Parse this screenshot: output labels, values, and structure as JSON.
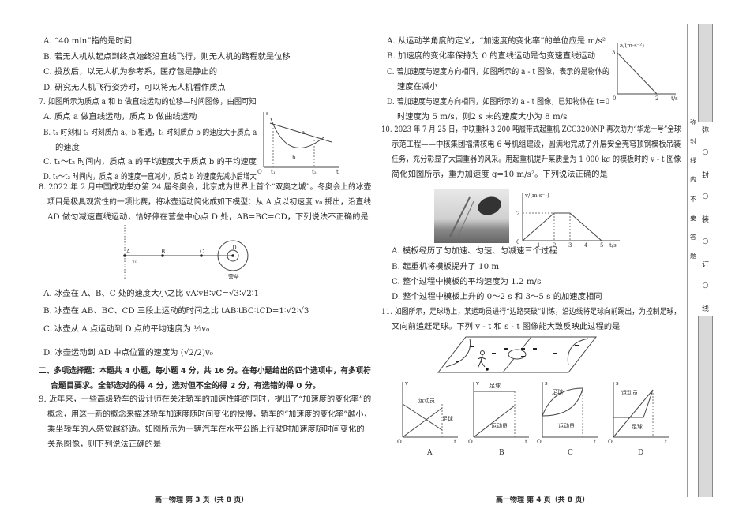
{
  "left": {
    "q6": [
      "A. “40 min”指的是时间",
      "B. 若无人机从起点到终点始终沿直线飞行，则无人机的路程就是位移",
      "C. 投放后，以无人机为参考系，医疗包是静止的",
      "D. 研究无人机飞行姿势时，可以将无人机看作质点"
    ],
    "q7": {
      "stem": "7. 如图所示为质点 a 和 b 做直线运动的位移—时间图像，由图可知",
      "options": [
        "A. 质点 a 做直线运动，质点 b 做曲线运动",
        "B. t₁ 时刻和 t₂ 时刻质点 a、b 相遇，t₁ 时刻质点 b 的速度大于质点 a",
        "的速度",
        "C. t₁～t₂ 时间内，质点 a 的平均速度大于质点 b 的平均速度",
        "D. t₁～t₂ 时间内，质点 a 的速度一直减小，质点 b 的速度先减小后增大"
      ],
      "fig": {
        "y": "s",
        "x": "t",
        "o": "O",
        "a": "a",
        "b": "b",
        "t1": "t₁",
        "t2": "t₂"
      }
    },
    "q8": {
      "stem": [
        "8. 2022 年 2 月中国成功举办第 24 届冬奥会，北京成为世界上首个“双奥之城”。冬奥会上的冰壶",
        "项目是极具观赏性的一项比赛，将冰壶运动简化成如下模型：从 A 点以初速度 v₀ 掷出，沿直线",
        "AD 做匀减速直线运动，恰好停在营垒中心点 D 处，AB=BC=CD，下列说法不正确的是"
      ],
      "fig": {
        "A": "A",
        "B": "B",
        "C": "C",
        "D": "D",
        "v0": "v₀",
        "house": "营垒"
      },
      "options": [
        "A. 冰壶在 A、B、C 处的速度大小之比 vA∶vB∶vC=√3∶√2∶1",
        "B. 冰壶在 AB、BC、CD 三段上运动的时间之比 tAB∶tBC∶tCD=1∶√2∶√3",
        "C. 冰壶从 A 点运动到 D 点的平均速度为 ½v₀",
        "D. 冰壶运动到 AD 中点位置的速度为 (√2/2)v₀"
      ]
    },
    "section2": [
      "二、多项选择题：本题共 4 小题，每小题 4 分，共 16 分。在每小题给出的四个选项中，有多项符",
      "合题目要求。全部选对的得 4 分，选对但不全的得 2 分，有选错的得 0 分。"
    ],
    "q9": [
      "9. 近年来，一些高级轿车的设计师在关注轿车的加速性能的同时，提出了“加速度的变化率”的",
      "概念，用这一新的概念来描述轿车加速度随时间变化的快慢，轿车的“加速度的变化率”越小，",
      "乘坐轿车的人感觉越舒适。如图所示为一辆汽车在水平公路上行驶时加速度随时间变化的",
      "关系图像，则下列说法正确的是"
    ],
    "footer": "高一物理 第 3 页（共 8 页）"
  },
  "right": {
    "q9opts": [
      "A. 从运动学角度的定义，“加速度的变化率”的单位应是 m/s²",
      "B. 加速度的变化率保持为 0 的直线运动是匀变速直线运动",
      "C. 若加速度与速度方向相同，如图所示的 a - t 图像，表示的是物体的",
      "速度在减小",
      "D. 若加速度与速度方向相同，如图所示的 a - t 图像，已知物体在 t=0",
      "时速度为 5 m/s，则2 s 末的速度大小为 8 m/s"
    ],
    "q9fig": {
      "y": "a/(m·s⁻²)",
      "x": "t/s",
      "o": "0",
      "y3": "3",
      "x2": "2"
    },
    "q10": {
      "stem": [
        "10. 2023 年 7 月 25 日，中联重科 3 200 吨履带式起重机 ZCC3200NP 再次助力“华龙一号”全球",
        "示范工程——中核集团福清核电 6 号机组建设，圆满地完成了外层安全壳穹顶钢模板吊装",
        "任务，充分彰显了大国重器的风采。用起重机提升某质量为 1 000 kg 的模板时的 v - t 图像",
        "简化如图所示，重力加速度 g=10 m/s²。下列说法正确的是"
      ],
      "fig": {
        "y": "v/(m·s⁻¹)",
        "x": "t/s",
        "o": "0",
        "y2": "2",
        "ticks": [
          "1",
          "2",
          "3",
          "4",
          "5"
        ]
      },
      "options": [
        "A. 模板经历了匀加速、匀速、匀减速三个过程",
        "B. 起重机将模板提升了 10 m",
        "C. 整个过程中模板的平均速度为 1.2 m/s",
        "D. 整个过程中模板上升的 0～2 s 和 3～5 s 的加速度相同"
      ]
    },
    "q11": {
      "stem": [
        "11. 如图所示，足球场上，某运动员进行“边路突破”训练，沿边线将足球向前踢出，为控制足球，",
        "又向前追赶足球。下列 v - t 和 s - t 图像能大致反映此过程的是"
      ],
      "graphs": [
        {
          "label": "A",
          "y": "v",
          "player": "运动员",
          "ball": "足球"
        },
        {
          "label": "B",
          "y": "v",
          "player": "运动员",
          "ball": "足球"
        },
        {
          "label": "C",
          "y": "s",
          "player": "运动员",
          "ball": "足球"
        },
        {
          "label": "D",
          "y": "s",
          "player": "运动员",
          "ball": "足球"
        }
      ],
      "o": "O",
      "t": "t"
    },
    "footer": "高一物理 第 4 页（共 8 页）"
  },
  "binding": {
    "inner": [
      "弥",
      "封",
      "线",
      "内",
      "不",
      "要",
      "答",
      "题"
    ],
    "outer": [
      "弥",
      "封",
      "装",
      "订",
      "线"
    ]
  }
}
